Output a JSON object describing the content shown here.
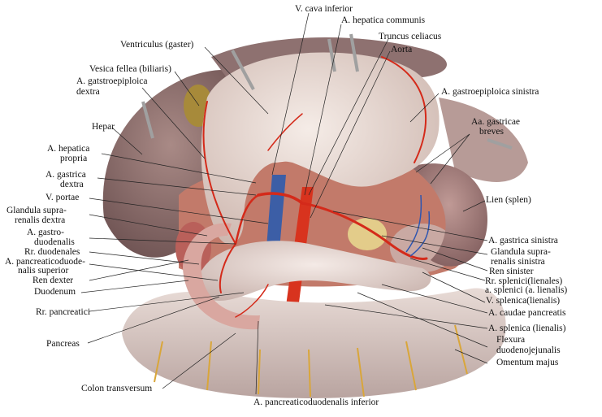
{
  "figure": {
    "labels": {
      "v_cava_inferior": "V. cava inferior",
      "a_hepatica_communis": "A. hepatica communis",
      "truncus_celiacus": "Truncus celiacus",
      "aorta": "Aorta",
      "ventriculus": "Ventriculus (gaster)",
      "vesica_fellea": "Vesica fellea (biliaris)",
      "a_gastroepiploica_dextra_1": "A. gatstroepiploica",
      "a_gastroepiploica_dextra_2": "dextra",
      "a_gastroepiploica_sinistra": "A. gastroepiploica sinistra",
      "aa_gastricae_breves_1": "Aa. gastricae",
      "aa_gastricae_breves_2": "breves",
      "hepar": "Hepar",
      "a_hepatica_propria_1": "A. hepatica",
      "a_hepatica_propria_2": "propria",
      "a_gastrica_dextra_1": "A. gastrica",
      "a_gastrica_dextra_2": "dextra",
      "v_portae": "V. portae",
      "glandula_suprarenalis_dextra_1": "Glandula supra-",
      "glandula_suprarenalis_dextra_2": "renalis dextra",
      "a_gastroduodenalis_1": "A. gastro-",
      "a_gastroduodenalis_2": "duodenalis",
      "rr_duodenales": "Rr. duodenales",
      "a_pancreaticoduodenalis_superior_1": "A. pancreaticoduode-",
      "a_pancreaticoduodenalis_superior_2": "nalis superior",
      "ren_dexter": "Ren dexter",
      "duodenum": "Duodenum",
      "rr_pancreatici": "Rr. pancreatici",
      "pancreas": "Pancreas",
      "colon_transversum": "Colon transversum",
      "a_pancreaticoduodenalis_inferior": "A. pancreaticoduodenalis inferior",
      "lien": "Lien (splen)",
      "a_gastrica_sinistra": "A. gastrica sinistra",
      "glandula_suprarenalis_sinistra_1": "Glandula supra-",
      "glandula_suprarenalis_sinistra_2": "renalis sinistra",
      "ren_sinister": "Ren sinister",
      "rr_splenici_1": "Rr. splenici(lienales)",
      "rr_splenici_2": "a. splenici (a. lienalis)",
      "v_splenica": "V. splenica(lienalis)",
      "a_caudae_pancreatis": "A. caudae pancreatis",
      "a_splenica": "A. splenica (lienalis)",
      "flexura_1": "Flexura",
      "flexura_2": "duodenojejunalis",
      "omentum_majus": "Omentum majus"
    }
  }
}
